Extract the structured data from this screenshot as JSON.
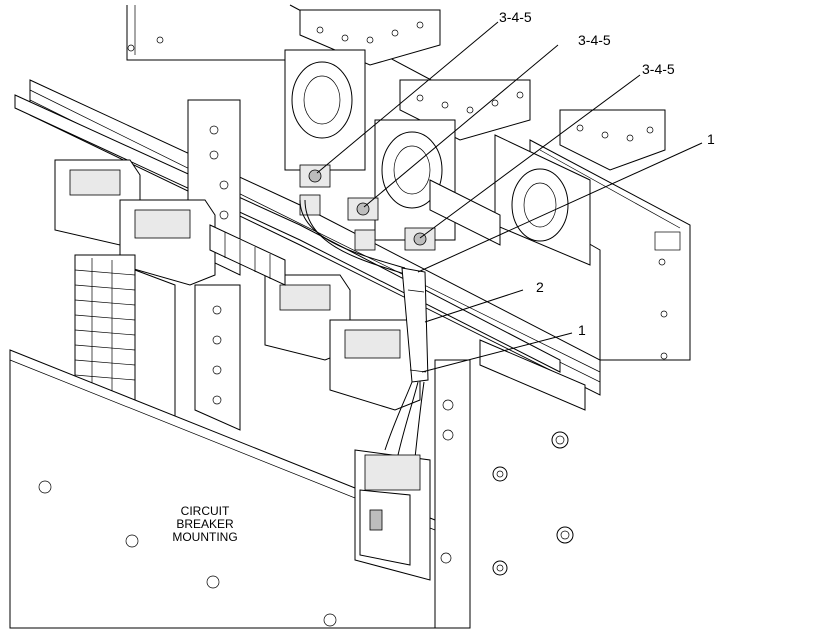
{
  "callouts": [
    {
      "id": "c1",
      "text": "3-4-5"
    },
    {
      "id": "c2",
      "text": "3-4-5"
    },
    {
      "id": "c3",
      "text": "3-4-5"
    },
    {
      "id": "c4",
      "text": "1"
    },
    {
      "id": "c5",
      "text": "2"
    },
    {
      "id": "c6",
      "text": "1"
    }
  ],
  "caption": {
    "line1": "CIRCUIT",
    "line2": "BREAKER",
    "line3": "MOUNTING"
  }
}
